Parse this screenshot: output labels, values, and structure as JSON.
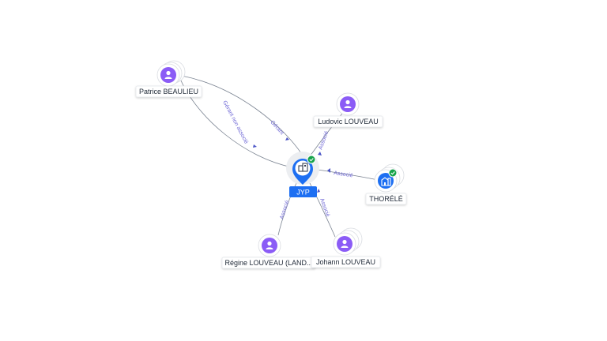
{
  "colors": {
    "person": "#8b5cf6",
    "company": "#1d6ff2",
    "verified": "#16a34a",
    "edge": "#7a8391",
    "edge_label": "#6f68d6"
  },
  "center": {
    "label": "JYP",
    "icon": "building-icon",
    "verified": true
  },
  "nodes": {
    "patrice": {
      "label": "Patrice BEAULIEU",
      "icon": "person-icon"
    },
    "ludovic": {
      "label": "Ludovic LOUVEAU",
      "icon": "person-icon"
    },
    "thorele": {
      "label": "THORÉLÉ",
      "icon": "company-icon",
      "verified": true
    },
    "regine": {
      "label": "Régine LOUVEAU (LAND...",
      "icon": "person-icon"
    },
    "johann": {
      "label": "Johann LOUVEAU",
      "icon": "person-icon"
    }
  },
  "edges": {
    "gerant": "Gérant",
    "gerant_non_associe": "Gérant non associé",
    "ludovic_associe": "Associé",
    "thorele_associe": "Associé",
    "regine_associe": "Associé",
    "johann_associe": "Associé"
  }
}
